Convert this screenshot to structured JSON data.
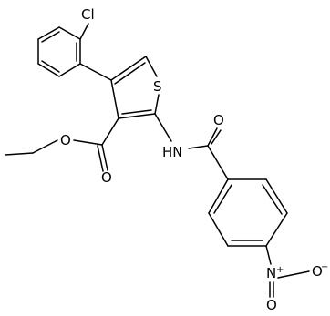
{
  "atoms": {
    "cl": "Cl",
    "s": "S",
    "o_ester_carbonyl": "O",
    "o_ester_ether": "O",
    "nh": "HN",
    "o_amide": "O",
    "n_nitro": "N",
    "n_nitro_charge": "+",
    "o_nitro_top": "O",
    "o_nitro_right": "O",
    "o_nitro_right_charge": "−"
  },
  "colors": {
    "ink": "#000000",
    "background": "#ffffff"
  }
}
